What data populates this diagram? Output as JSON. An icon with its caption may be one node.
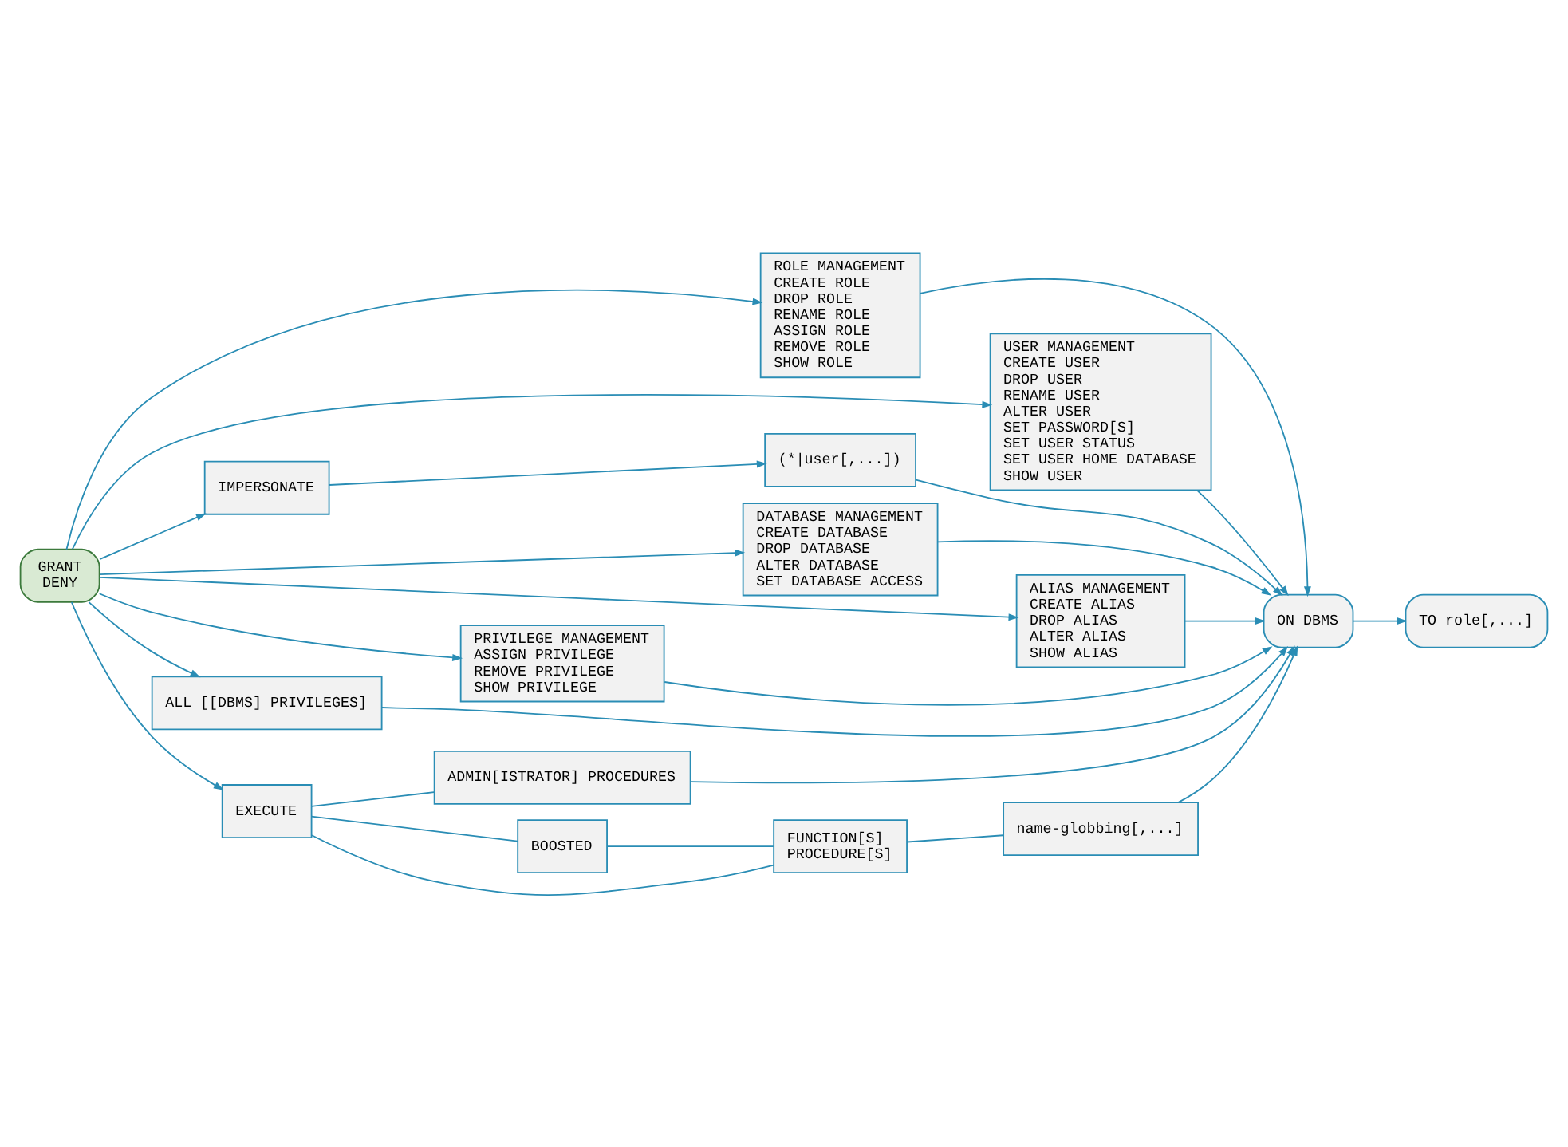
{
  "diagram": {
    "nodes": [
      {
        "text": [
          "GRANT",
          "DENY"
        ]
      },
      {
        "text": [
          "ROLE MANAGEMENT",
          "CREATE ROLE",
          "DROP ROLE",
          "RENAME ROLE",
          "ASSIGN ROLE",
          "REMOVE ROLE",
          "SHOW ROLE"
        ]
      },
      {
        "text": [
          "USER MANAGEMENT",
          "CREATE USER",
          "DROP USER",
          "RENAME USER",
          "ALTER USER",
          "SET PASSWORD[S]",
          "SET USER STATUS",
          "SET USER HOME DATABASE",
          "SHOW USER"
        ]
      },
      {
        "text": [
          "IMPERSONATE"
        ]
      },
      {
        "text": [
          "(*|user[,...])"
        ]
      },
      {
        "text": [
          "DATABASE MANAGEMENT",
          "CREATE DATABASE",
          "DROP DATABASE",
          "ALTER DATABASE",
          "SET DATABASE ACCESS"
        ]
      },
      {
        "text": [
          "ALIAS MANAGEMENT",
          "CREATE ALIAS",
          "DROP ALIAS",
          "ALTER ALIAS",
          "SHOW ALIAS"
        ]
      },
      {
        "text": [
          "PRIVILEGE MANAGEMENT",
          "ASSIGN PRIVILEGE",
          "REMOVE PRIVILEGE",
          "SHOW PRIVILEGE"
        ]
      },
      {
        "text": [
          "ALL [[DBMS] PRIVILEGES]"
        ]
      },
      {
        "text": [
          "ADMIN[ISTRATOR] PROCEDURES"
        ]
      },
      {
        "text": [
          "EXECUTE"
        ]
      },
      {
        "text": [
          "BOOSTED"
        ]
      },
      {
        "text": [
          "FUNCTION[S]",
          "PROCEDURE[S]"
        ]
      },
      {
        "text": [
          "name-globbing[,...]"
        ]
      },
      {
        "text": [
          "ON DBMS"
        ]
      },
      {
        "text": [
          "TO role[,...]"
        ]
      }
    ],
    "edges": [
      {
        "from": 0,
        "to": 1,
        "arrow": "to"
      },
      {
        "from": 0,
        "to": 2,
        "arrow": "to"
      },
      {
        "from": 0,
        "to": 3,
        "arrow": "to"
      },
      {
        "from": 0,
        "to": 5,
        "arrow": "to"
      },
      {
        "from": 0,
        "to": 6,
        "arrow": "to"
      },
      {
        "from": 0,
        "to": 7,
        "arrow": "to"
      },
      {
        "from": 0,
        "to": 8,
        "arrow": "to"
      },
      {
        "from": 0,
        "to": 10,
        "arrow": "to"
      },
      {
        "from": 3,
        "to": 4,
        "arrow": "to"
      },
      {
        "from": 1,
        "to": 14,
        "arrow": "to"
      },
      {
        "from": 2,
        "to": 14,
        "arrow": "to"
      },
      {
        "from": 4,
        "to": 14,
        "arrow": "to"
      },
      {
        "from": 5,
        "to": 14,
        "arrow": "to"
      },
      {
        "from": 6,
        "to": 14,
        "arrow": "to"
      },
      {
        "from": 7,
        "to": 14,
        "arrow": "to"
      },
      {
        "from": 8,
        "to": 14,
        "arrow": "to"
      },
      {
        "from": 9,
        "to": 14,
        "arrow": "to"
      },
      {
        "from": 10,
        "to": 9,
        "arrow": "none"
      },
      {
        "from": 10,
        "to": 11,
        "arrow": "none"
      },
      {
        "from": 10,
        "to": 12,
        "arrow": "none"
      },
      {
        "from": 11,
        "to": 12,
        "arrow": "none"
      },
      {
        "from": 12,
        "to": 13,
        "arrow": "none"
      },
      {
        "from": 13,
        "to": 14,
        "arrow": "to"
      },
      {
        "from": 14,
        "to": 15,
        "arrow": "to"
      }
    ]
  }
}
